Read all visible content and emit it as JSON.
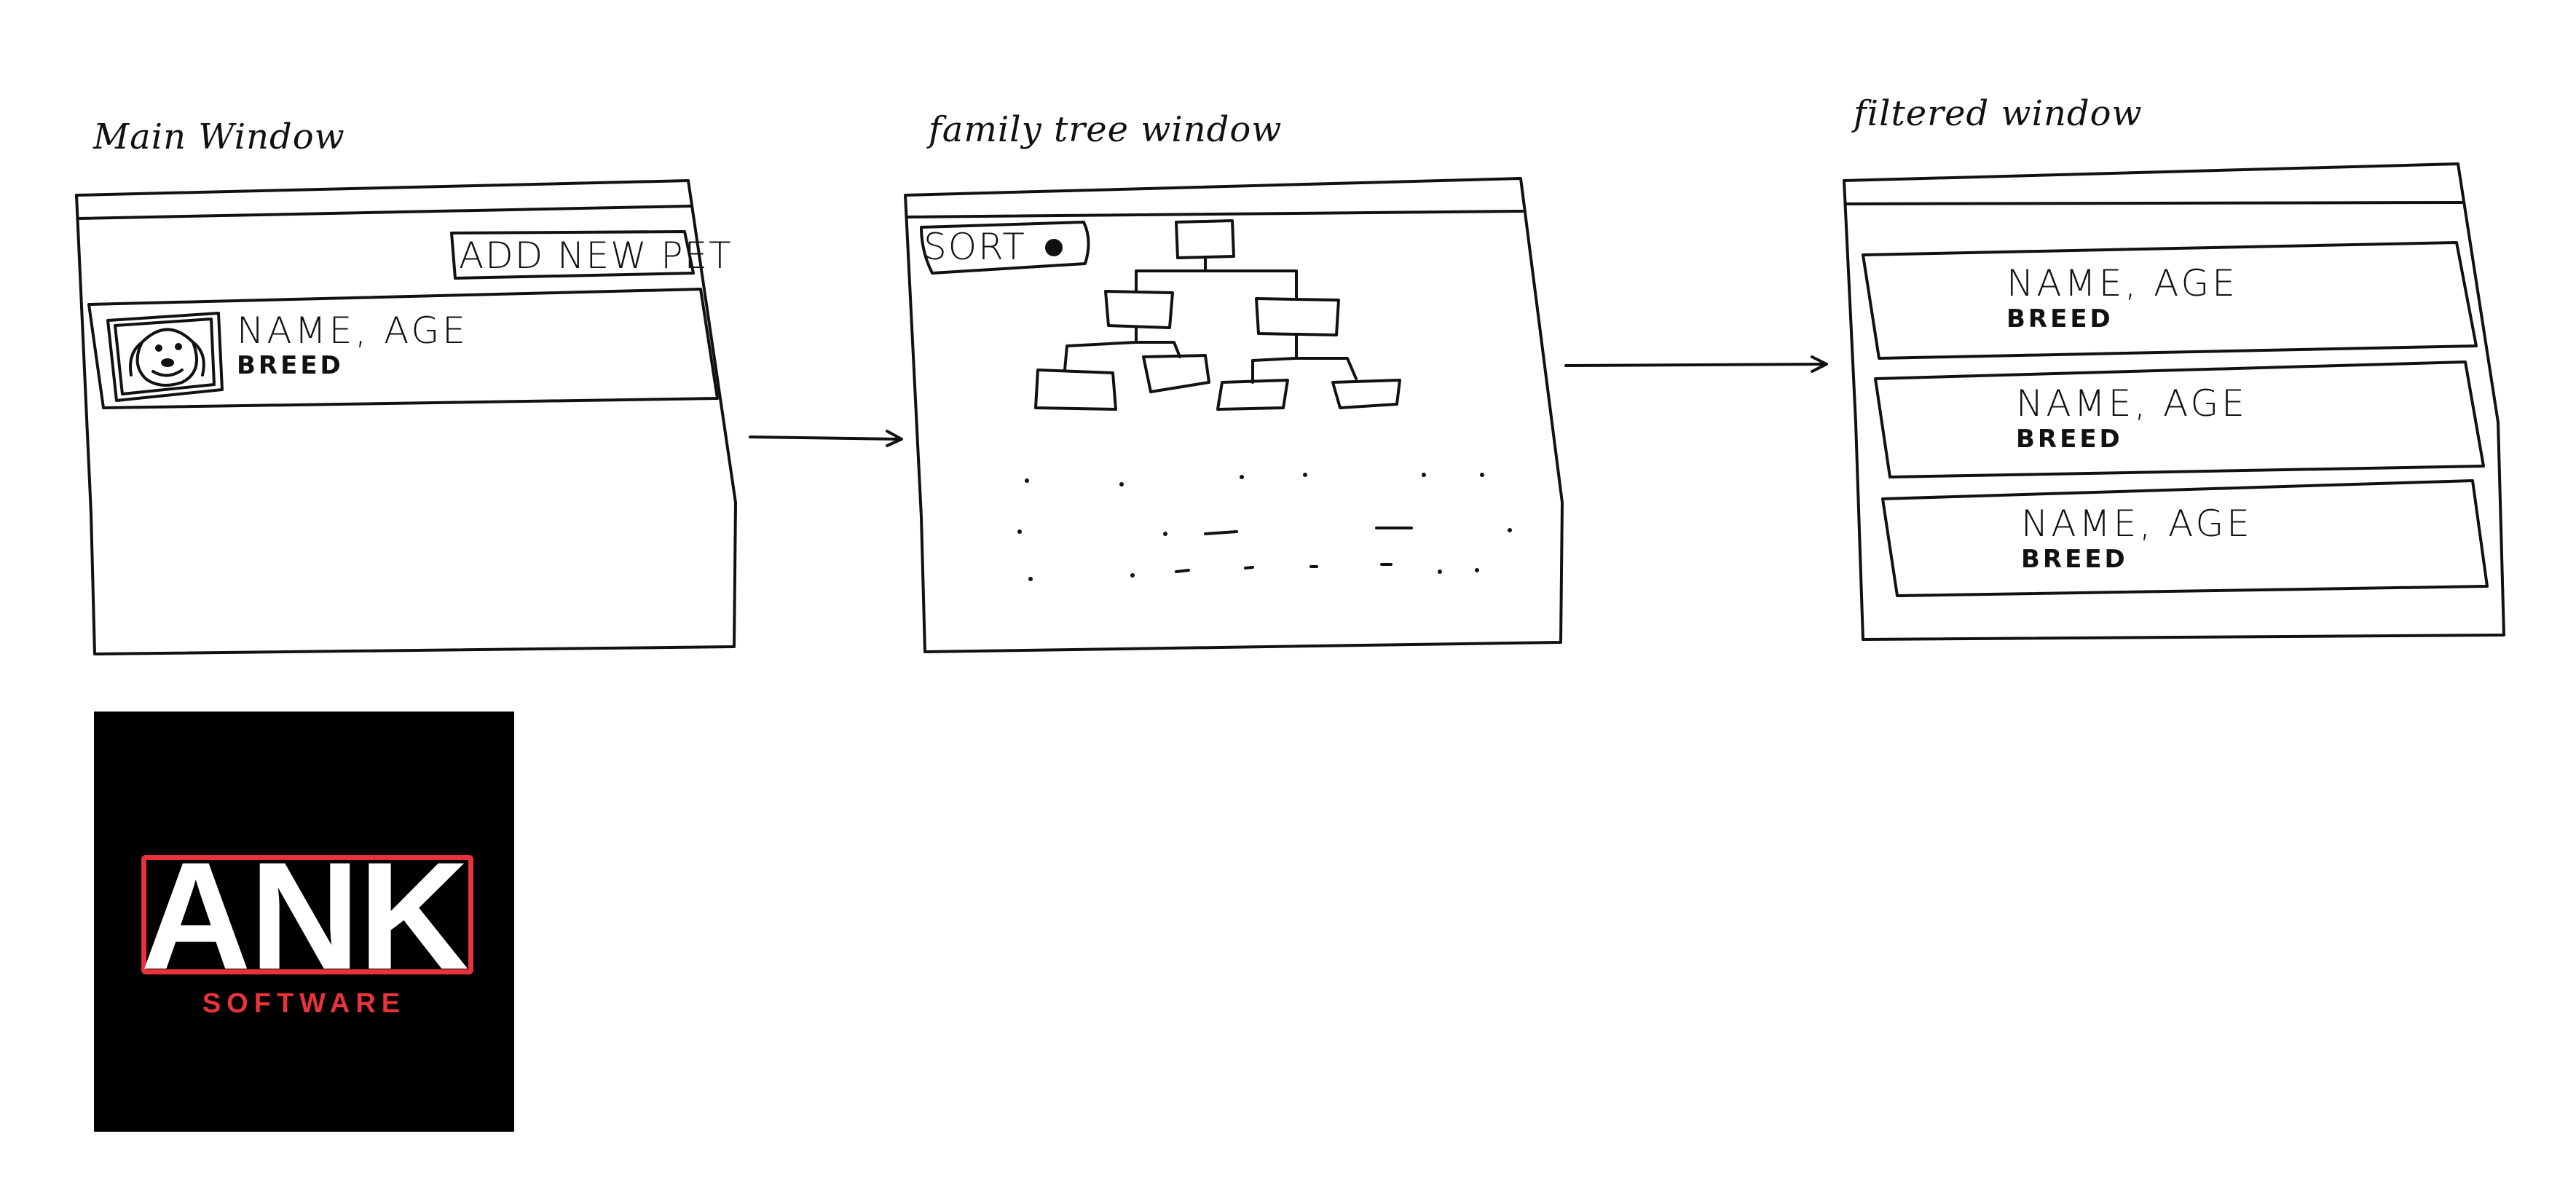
{
  "windows": [
    {
      "title": "Main Window"
    },
    {
      "title": "family tree window"
    },
    {
      "title": "filtered window"
    }
  ],
  "main_window": {
    "add_button_label": "ADD NEW PET",
    "pet_card": {
      "name_age": "NAME, AGE",
      "breed": "BREED",
      "avatar_icon": "dog-icon"
    }
  },
  "family_tree_window": {
    "sort_label": "SORT",
    "sort_icon": "dropdown-icon",
    "tree_nodes": 7
  },
  "filtered_window": {
    "results": [
      {
        "name_age": "NAME, AGE",
        "breed": "BREED"
      },
      {
        "name_age": "NAME, AGE",
        "breed": "BREED"
      },
      {
        "name_age": "NAME, AGE",
        "breed": "BREED"
      }
    ]
  },
  "logo": {
    "word": "ANK",
    "sub": "SOFTWARE",
    "colors": {
      "background": "#000000",
      "accent": "#e8323c",
      "text": "#ffffff"
    }
  }
}
